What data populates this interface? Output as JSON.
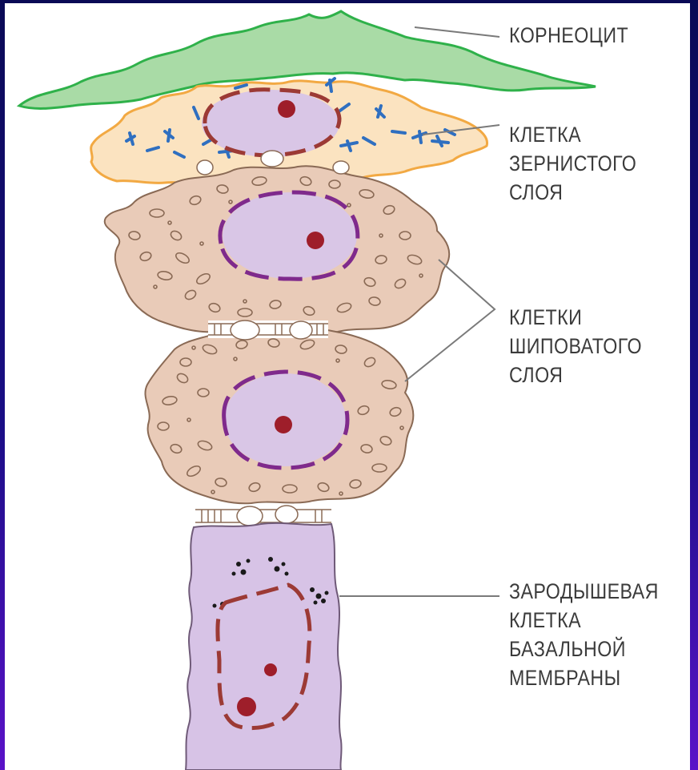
{
  "labels": {
    "corneocyte": [
      "КОРНЕОЦИТ"
    ],
    "granular": [
      "КЛЕТКА",
      "ЗЕРНИСТОГО",
      "СЛОЯ"
    ],
    "spinous": [
      "КЛЕТКИ",
      "ШИПОВАТОГО",
      "СЛОЯ"
    ],
    "basal": [
      "ЗАРОДЫШЕВАЯ",
      "КЛЕТКА",
      "БАЗАЛЬНОЙ",
      "МЕМБРАНЫ"
    ]
  },
  "colors": {
    "background": "#1a0e86",
    "corneocyte_fill": "#a9dba6",
    "corneocyte_stroke": "#2fb14a",
    "granular_fill": "#fbe3c0",
    "granular_stroke": "#f2a943",
    "granules": "#2f6fc0",
    "spinous_fill": "#e9cbb8",
    "spinous_stroke": "#8a6a55",
    "nucleus_fill": "#d9c6e6",
    "nucleus_border_purple": "#7f2a8c",
    "nucleus_border_red": "#9c3a35",
    "nucleolus": "#9e1e2a",
    "basal_fill": "#d7c3e6",
    "leader_line": "#7a7a7a"
  }
}
